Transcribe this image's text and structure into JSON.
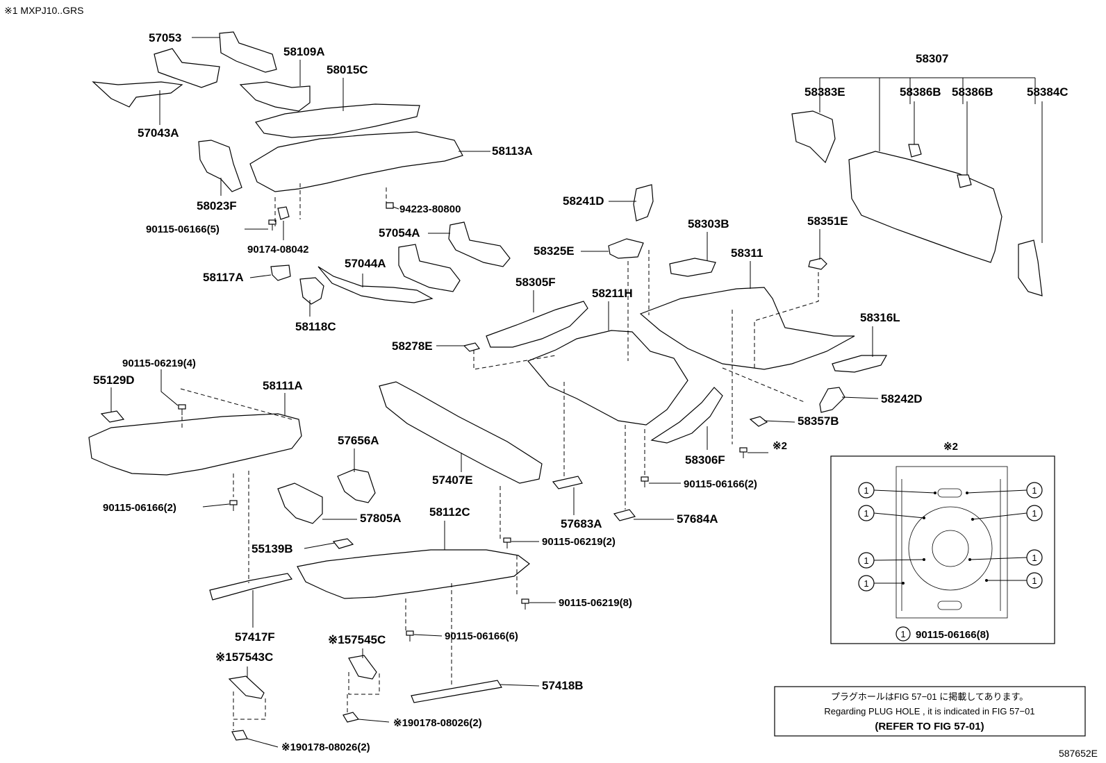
{
  "header": {
    "model_note": "※1 MXPJ10..GRS"
  },
  "footer": {
    "figure_code": "587652E"
  },
  "notice": {
    "line_jp": "プラグホールはFIG 57−01 に掲載してあります。",
    "line_en": "Regarding PLUG HOLE , it is indicated in FIG 57−01",
    "line_ref": "(REFER TO FIG 57-01)"
  },
  "detail_box": {
    "title": "※2",
    "callout_symbol": "1",
    "legend": "90115-06166(8)"
  },
  "parts": {
    "p57053": "57053",
    "p58109A": "58109A",
    "p58015C": "58015C",
    "p57043A": "57043A",
    "p58113A": "58113A",
    "p58023F": "58023F",
    "p94223_80800": "94223-80800",
    "p90115_06166_5": "90115-06166(5)",
    "p90174_08042": "90174-08042",
    "p57054A": "57054A",
    "p57044A": "57044A",
    "p58117A": "58117A",
    "p58118C": "58118C",
    "p58241D": "58241D",
    "p58325E": "58325E",
    "p58303B": "58303B",
    "p58311": "58311",
    "p58351E": "58351E",
    "p58305F": "58305F",
    "p58211H": "58211H",
    "p58278E": "58278E",
    "p58316L": "58316L",
    "p58242D": "58242D",
    "p58357B": "58357B",
    "p58306F": "58306F",
    "p_note2": "※2",
    "p58307": "58307",
    "p58383E": "58383E",
    "p58386B_1": "58386B",
    "p58386B_2": "58386B",
    "p58384C": "58384C",
    "p90115_06219_4": "90115-06219(4)",
    "p55129D": "55129D",
    "p58111A": "58111A",
    "p90115_06166_2a": "90115-06166(2)",
    "p57656A": "57656A",
    "p57805A": "57805A",
    "p57407E": "57407E",
    "p57683A": "57683A",
    "p57684A": "57684A",
    "p90115_06166_2b": "90115-06166(2)",
    "p55139B": "55139B",
    "p58112C": "58112C",
    "p90115_06219_2": "90115-06219(2)",
    "p90115_06219_8": "90115-06219(8)",
    "p57417F": "57417F",
    "p57545C": "※157545C",
    "p57543C": "※157543C",
    "p90115_06166_6": "90115-06166(6)",
    "p57418B": "57418B",
    "p90178_a": "※190178-08026(2)",
    "p90178_b": "※190178-08026(2)"
  }
}
